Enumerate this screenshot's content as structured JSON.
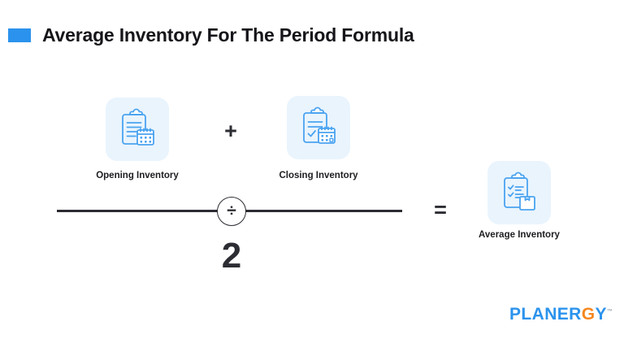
{
  "header": {
    "title": "Average Inventory For The Period Formula",
    "accent_color": "#2b93ed",
    "accent_name": "accent-square"
  },
  "formula": {
    "numerator": {
      "terms": [
        {
          "id": "opening-inventory",
          "label": "Opening Inventory",
          "icon": "clipboard-calendar-icon",
          "tile_color": "#e9f4fd",
          "icon_color": "#4aa3f0"
        },
        {
          "id": "closing-inventory",
          "label": "Closing Inventory",
          "icon": "clipboard-check-calendar-icon",
          "tile_color": "#e9f4fd",
          "icon_color": "#4aa3f0"
        }
      ],
      "operator": "+",
      "operator_name": "plus-sign"
    },
    "divide_operator": "÷",
    "denominator": "2",
    "equals_operator": "=",
    "result": {
      "id": "average-inventory",
      "label": "Average Inventory",
      "icon": "clipboard-checklist-box-icon",
      "tile_color": "#e9f4fd",
      "icon_color": "#4aa3f0"
    }
  },
  "logo": {
    "part_1": "PLANER",
    "part_2": "G",
    "part_3": "Y",
    "trademark": "™",
    "color_primary": "#2b93ed",
    "color_accent": "#f6871f"
  }
}
